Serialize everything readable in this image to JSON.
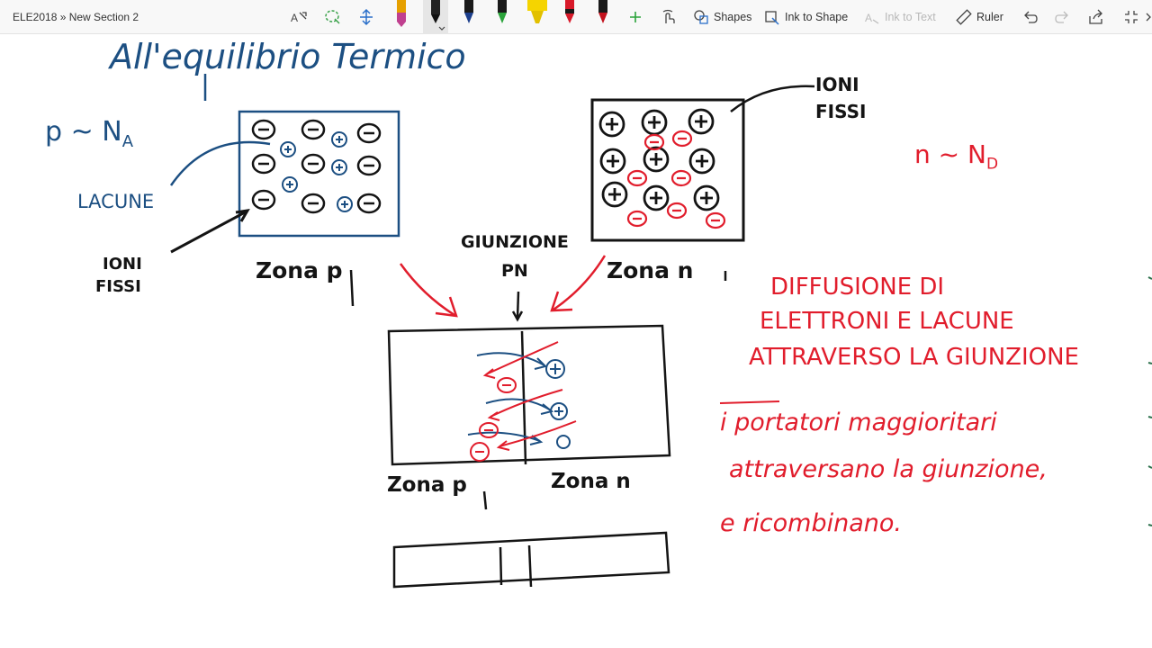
{
  "window": {
    "breadcrumb": "ELE2018 » New Section 2"
  },
  "toolbar": {
    "shapes_label": "Shapes",
    "ink_to_shape_label": "Ink to Shape",
    "ink_to_text_label": "Ink to Text",
    "ruler_label": "Ruler",
    "pen_colors": [
      "#c0408f",
      "#111111",
      "#1c3f8c",
      "#2aa33a",
      "#f5d400",
      "#d81a2a",
      "#c2121d"
    ]
  },
  "ink": {
    "title": "All'equilibrio Termico",
    "p_formula": "p ~ N",
    "p_sub": "A",
    "lacune": "LACUNE",
    "ioni_fissi_left_1": "IONI",
    "ioni_fissi_left_2": "FISSI",
    "ioni_fissi_right_1": "IONI",
    "ioni_fissi_right_2": "FISSI",
    "n_formula": "n ~ N",
    "n_sub": "D",
    "zona_p_top": "Zona p",
    "zona_n_top": "Zona n",
    "giunzione_1": "GIUNZIONE",
    "giunzione_2": "PN",
    "zona_p_bottom": "Zona p",
    "zona_n_bottom": "Zona n",
    "diffusione_1": "DIFFUSIONE DI",
    "diffusione_2": "ELETTRONI E LACUNE",
    "diffusione_3": "ATTRAVERSO LA GIUNZIONE",
    "portatori_1": "i portatori maggioritari",
    "portatori_2": "attraversano la giunzione,",
    "portatori_3": "e ricombinano."
  }
}
